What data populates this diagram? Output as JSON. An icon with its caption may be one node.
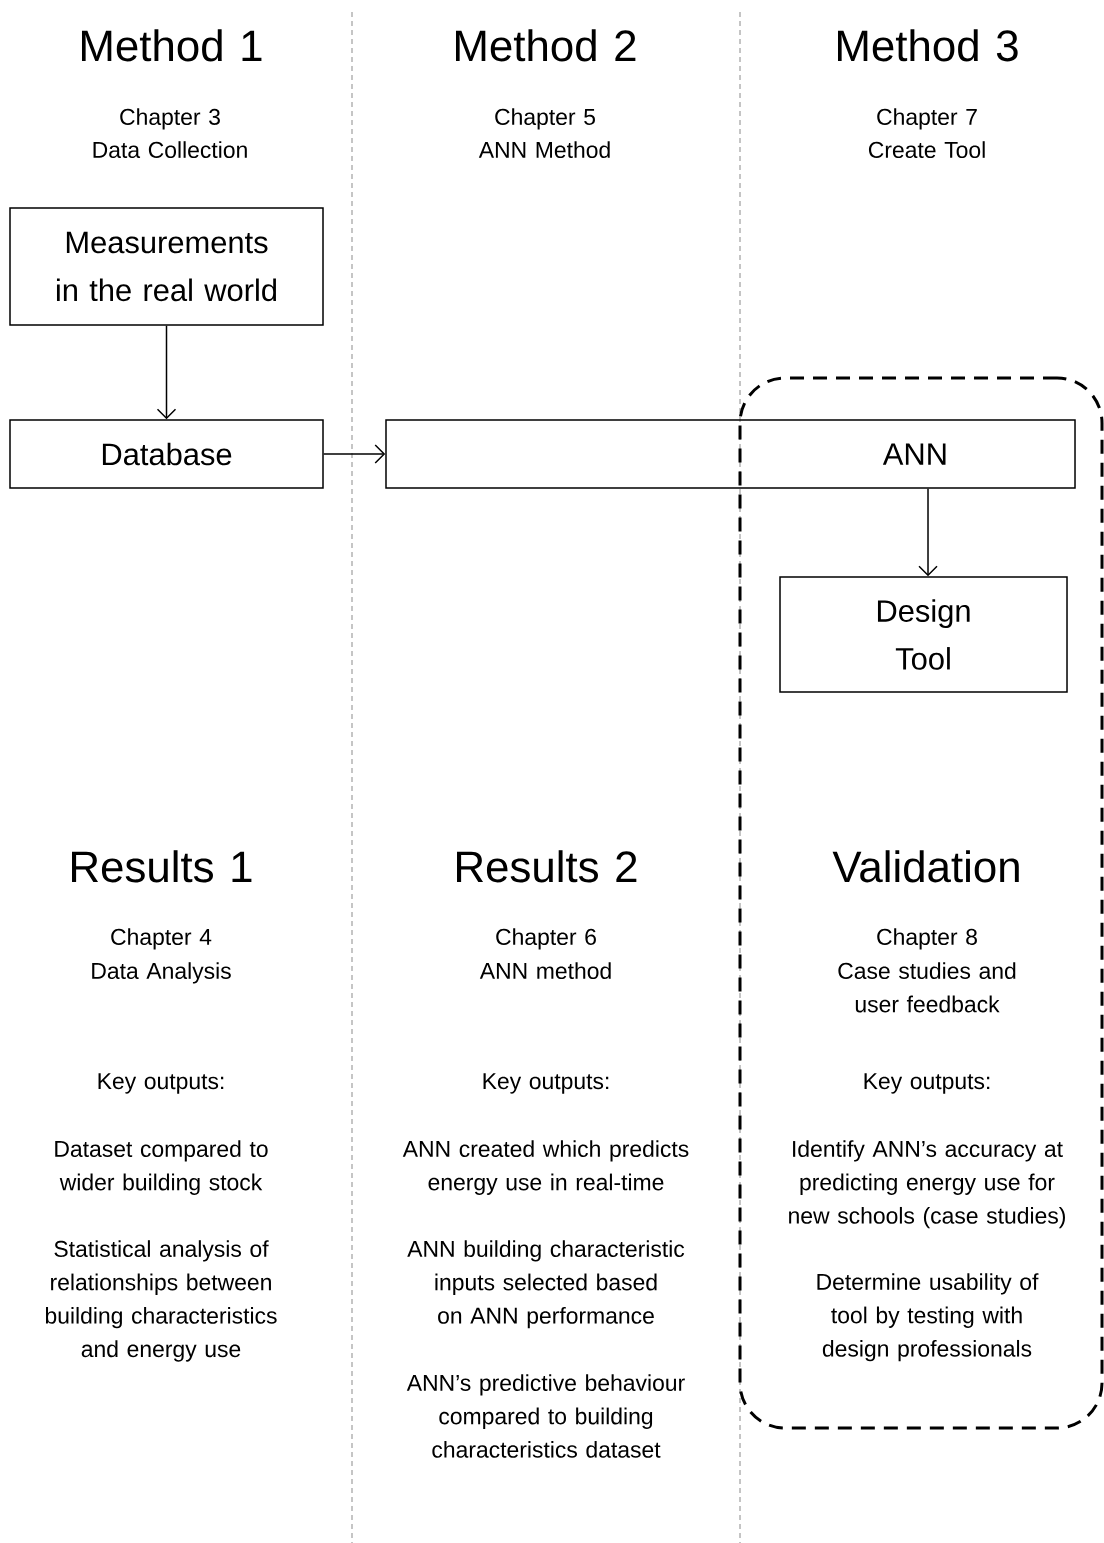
{
  "diagram": {
    "nodes": [
      {
        "text": [
          "Measurements in the real world"
        ]
      },
      {
        "text": [
          "Database"
        ]
      },
      {
        "text": [
          "ANN"
        ]
      },
      {
        "text": [],
        "shape": "box"
      },
      {
        "text": [
          "Design Tool"
        ],
        "in": 3
      }
    ],
    "edges": [
      {
        "from": 0,
        "to": 1,
        "arrow": "to"
      },
      {
        "from": 1,
        "to": 2,
        "arrow": "to"
      },
      {
        "from": 2,
        "to": 4,
        "arrow": "to"
      }
    ],
    "labels": [
      "Method 1",
      "Method 2",
      "Method 3",
      "Chapter 3",
      "Data Collection",
      "Chapter 5",
      "ANN Method",
      "Chapter 7",
      "Create Tool",
      "Results 1",
      "Results 2",
      "Validation",
      "Chapter 4",
      "Data Analysis",
      "Chapter 6",
      "ANN method",
      "Chapter 8",
      "Case studies and user feedback",
      "Key outputs:",
      "Key outputs:",
      "Key outputs:",
      "Dataset compared to wider building stock",
      "ANN created which predicts energy use in real-time",
      "Identify ANN’s accuracy at predicting energy use for new schools (case studies)",
      "Statistical analysis of relationships between building characteristics and energy use",
      "ANN building characteristic inputs selected based on ANN performance",
      "Determine usability of tool by testing with design professionals",
      "ANN’s predictive behaviour compared to building characteristics dataset"
    ]
  }
}
